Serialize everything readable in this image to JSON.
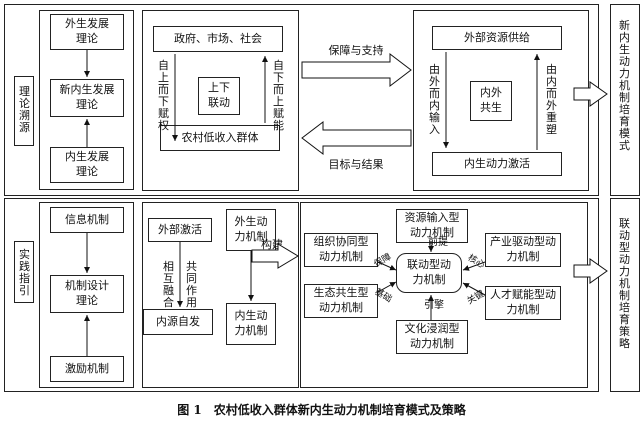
{
  "top": {
    "side_label": "理论溯源",
    "left": {
      "exo": "外生发展理论",
      "mix": "新内生发展理论",
      "endo": "内生发展理论"
    },
    "middle": {
      "top_box": "政府、市场、社会",
      "center_box": "上下联动",
      "bottom_box": "农村低收入群体",
      "left_arrow_text": "自上而下赋权",
      "right_arrow_text": "自下而上赋能"
    },
    "arrow_right_label": "保障与支持",
    "arrow_left_label": "目标与结果",
    "right": {
      "top_box": "外部资源供给",
      "center_box": "内外共生",
      "bottom_box": "内生动力激活",
      "left_arrow_text": "由外而内输入",
      "right_arrow_text": "由内而外重塑"
    },
    "output": "新内生动力机制培育模式"
  },
  "bottom": {
    "side_label": "实践指引",
    "left": {
      "info": "信息机制",
      "design": "机制设计理论",
      "incentive": "激励机制"
    },
    "middle": {
      "external": "外部激活",
      "exo_mech": "外生动力机制",
      "mutual": "相互融合",
      "joint": "共同作用",
      "endo_src": "内源自发",
      "endo_mech": "内生动力机制",
      "build": "构建"
    },
    "right": {
      "center": "联动型动力机制",
      "resource": "资源输入型动力机制",
      "org": "组织协同型动力机制",
      "industry": "产业驱动型动力机制",
      "ecology": "生态共生型动力机制",
      "talent": "人才赋能型动力机制",
      "culture": "文化浸润型动力机制",
      "premise": "前提",
      "guarantee": "保障",
      "core": "核心",
      "foundation": "基础",
      "key": "关键",
      "lead": "引擎"
    },
    "output": "联动型动力机制培育策略"
  },
  "caption": "图 1　农村低收入群体新内生动力机制培育模式及策略"
}
